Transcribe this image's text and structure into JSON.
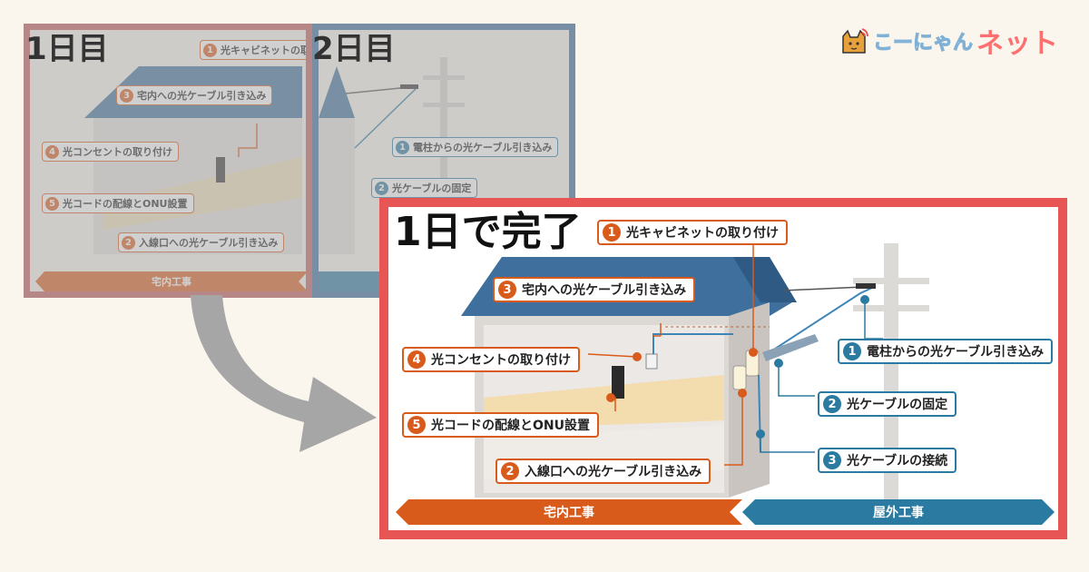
{
  "logo": {
    "text1": "こーにゃん",
    "text2": "ネット"
  },
  "day1": {
    "tag": "1日目",
    "labels": [
      {
        "n": "1",
        "text": "光キャビネットの取り付け"
      },
      {
        "n": "3",
        "text": "宅内への光ケーブル引き込み"
      },
      {
        "n": "4",
        "text": "光コンセントの取り付け"
      },
      {
        "n": "5",
        "text": "光コードの配線とONU設置"
      },
      {
        "n": "2",
        "text": "入線口への光ケーブル引き込み"
      }
    ],
    "banner": "宅内工事"
  },
  "day2": {
    "tag": "2日目",
    "labels": [
      {
        "n": "1",
        "text": "電柱からの光ケーブル引き込み"
      },
      {
        "n": "2",
        "text": "光ケーブルの固定"
      }
    ]
  },
  "main": {
    "title": "1日で完了",
    "orange_labels": [
      {
        "n": "1",
        "text": "光キャビネットの取り付け"
      },
      {
        "n": "3",
        "text": "宅内への光ケーブル引き込み"
      },
      {
        "n": "4",
        "text": "光コンセントの取り付け"
      },
      {
        "n": "5",
        "text": "光コードの配線とONU設置"
      },
      {
        "n": "2",
        "text": "入線口への光ケーブル引き込み"
      }
    ],
    "blue_labels": [
      {
        "n": "1",
        "text": "電柱からの光ケーブル引き込み"
      },
      {
        "n": "2",
        "text": "光ケーブルの固定"
      },
      {
        "n": "3",
        "text": "光ケーブルの接続"
      }
    ],
    "banner_left": "宅内工事",
    "banner_right": "屋外工事"
  },
  "colors": {
    "orange": "#d95b1c",
    "blue": "#2b7aa1",
    "frame_red": "#e85555",
    "roof": "#3f6f9c"
  }
}
